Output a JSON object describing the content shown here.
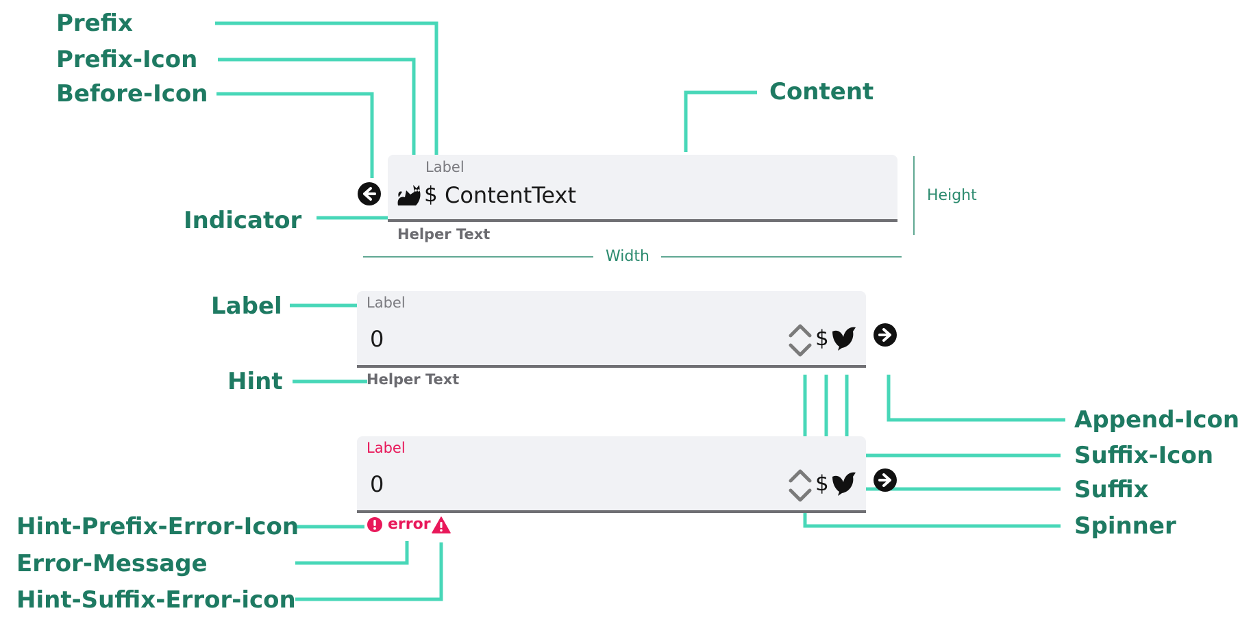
{
  "annotations": {
    "prefix": "Prefix",
    "prefix_icon": "Prefix-Icon",
    "before_icon": "Before-Icon",
    "content": "Content",
    "indicator": "Indicator",
    "label": "Label",
    "hint": "Hint",
    "append_icon": "Append-Icon",
    "suffix_icon": "Suffix-Icon",
    "suffix": "Suffix",
    "spinner": "Spinner",
    "hint_prefix_error_icon": "Hint-Prefix-Error-Icon",
    "error_message": "Error-Message",
    "hint_suffix_error_icon": "Hint-Suffix-Error-icon"
  },
  "dimensions": {
    "height": "Height",
    "width": "Width"
  },
  "field_top": {
    "label": "Label",
    "prefix": "$",
    "content": "ContentText",
    "helper": "Helper Text"
  },
  "field_mid": {
    "label": "Label",
    "value": "0",
    "suffix": "$",
    "helper": "Helper Text"
  },
  "field_err": {
    "label": "Label",
    "value": "0",
    "suffix": "$",
    "error": "error"
  },
  "icons": {
    "before": "arrow-left-circle-icon",
    "prefix": "cat-icon",
    "spinner": "chevron-up-down-icon",
    "suffix": "bird-icon",
    "append": "arrow-right-circle-icon",
    "hint_prefix_error": "exclamation-circle-icon",
    "hint_suffix_error": "warning-triangle-icon"
  },
  "colors": {
    "annotation_text": "#1e7a62",
    "connector": "#48d7b8",
    "error": "#e8185a",
    "field_bg": "#f1f2f5",
    "indicator": "#6f6f73"
  }
}
